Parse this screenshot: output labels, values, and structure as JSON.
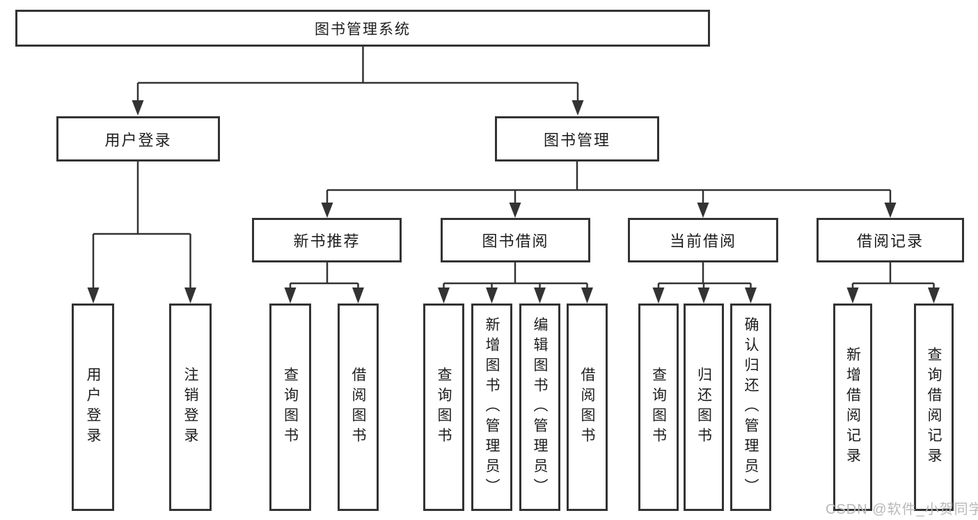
{
  "colors": {
    "line": "#333333",
    "box_border": "#333333",
    "text": "#1d1d1d",
    "watermark": "#b9b9b9",
    "background": "#ffffff"
  },
  "diagram": {
    "type": "hierarchy-tree",
    "root": {
      "label": "图书管理系统"
    },
    "level2": [
      {
        "label": "用户登录",
        "parent": "图书管理系统"
      },
      {
        "label": "图书管理",
        "parent": "图书管理系统"
      }
    ],
    "level3": [
      {
        "label": "新书推荐",
        "parent": "图书管理"
      },
      {
        "label": "图书借阅",
        "parent": "图书管理"
      },
      {
        "label": "当前借阅",
        "parent": "图书管理"
      },
      {
        "label": "借阅记录",
        "parent": "图书管理"
      }
    ],
    "leaves": [
      {
        "label": "用户登录",
        "parent": "用户登录"
      },
      {
        "label": "注销登录",
        "parent": "用户登录"
      },
      {
        "label": "查询图书",
        "parent": "新书推荐"
      },
      {
        "label": "借阅图书",
        "parent": "新书推荐"
      },
      {
        "label": "查询图书",
        "parent": "图书借阅"
      },
      {
        "label": "新增图书（管理员）",
        "parent": "图书借阅"
      },
      {
        "label": "编辑图书（管理员）",
        "parent": "图书借阅"
      },
      {
        "label": "借阅图书",
        "parent": "图书借阅"
      },
      {
        "label": "查询图书",
        "parent": "当前借阅"
      },
      {
        "label": "归还图书",
        "parent": "当前借阅"
      },
      {
        "label": "确认归还（管理员）",
        "parent": "当前借阅"
      },
      {
        "label": "新增借阅记录",
        "parent": "借阅记录"
      },
      {
        "label": "查询借阅记录",
        "parent": "借阅记录"
      }
    ]
  },
  "watermark": "CSDN @软件_小贺同学"
}
